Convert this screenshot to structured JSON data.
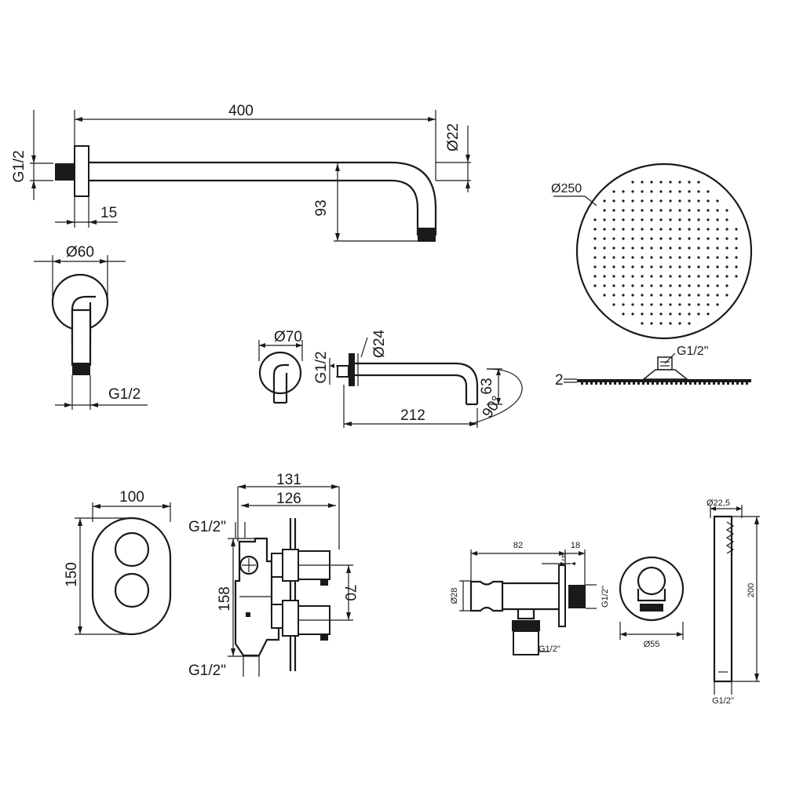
{
  "shower_arm": {
    "length": "400",
    "diameter": "Ø22",
    "thread": "G1/2",
    "flange_depth": "15",
    "drop": "93"
  },
  "arm_flange": {
    "diameter": "Ø60",
    "thread": "G1/2"
  },
  "spout": {
    "cover_diameter": "Ø70",
    "pipe_diameter": "Ø24",
    "thread": "G1/2",
    "height": "63",
    "length": "212",
    "angle": "90°"
  },
  "head": {
    "diameter": "Ø250",
    "thread": "G1/2\"",
    "thickness": "2"
  },
  "plate": {
    "width": "100",
    "height": "150"
  },
  "valve": {
    "width_outer": "131",
    "width_inner": "126",
    "thread_top": "G1/2\"",
    "thread_bottom": "G1/2\"",
    "height": "158",
    "spacing": "70"
  },
  "outlet_elbow": {
    "length": "82",
    "depth": "18",
    "flange": "5",
    "diameter": "Ø28",
    "thread_side": "G1/2\"",
    "thread_bottom": "G1/2\"",
    "flange_diameter": "Ø55"
  },
  "hand_shower": {
    "diameter": "Ø22,5",
    "length": "200",
    "thread": "G1/2\""
  }
}
